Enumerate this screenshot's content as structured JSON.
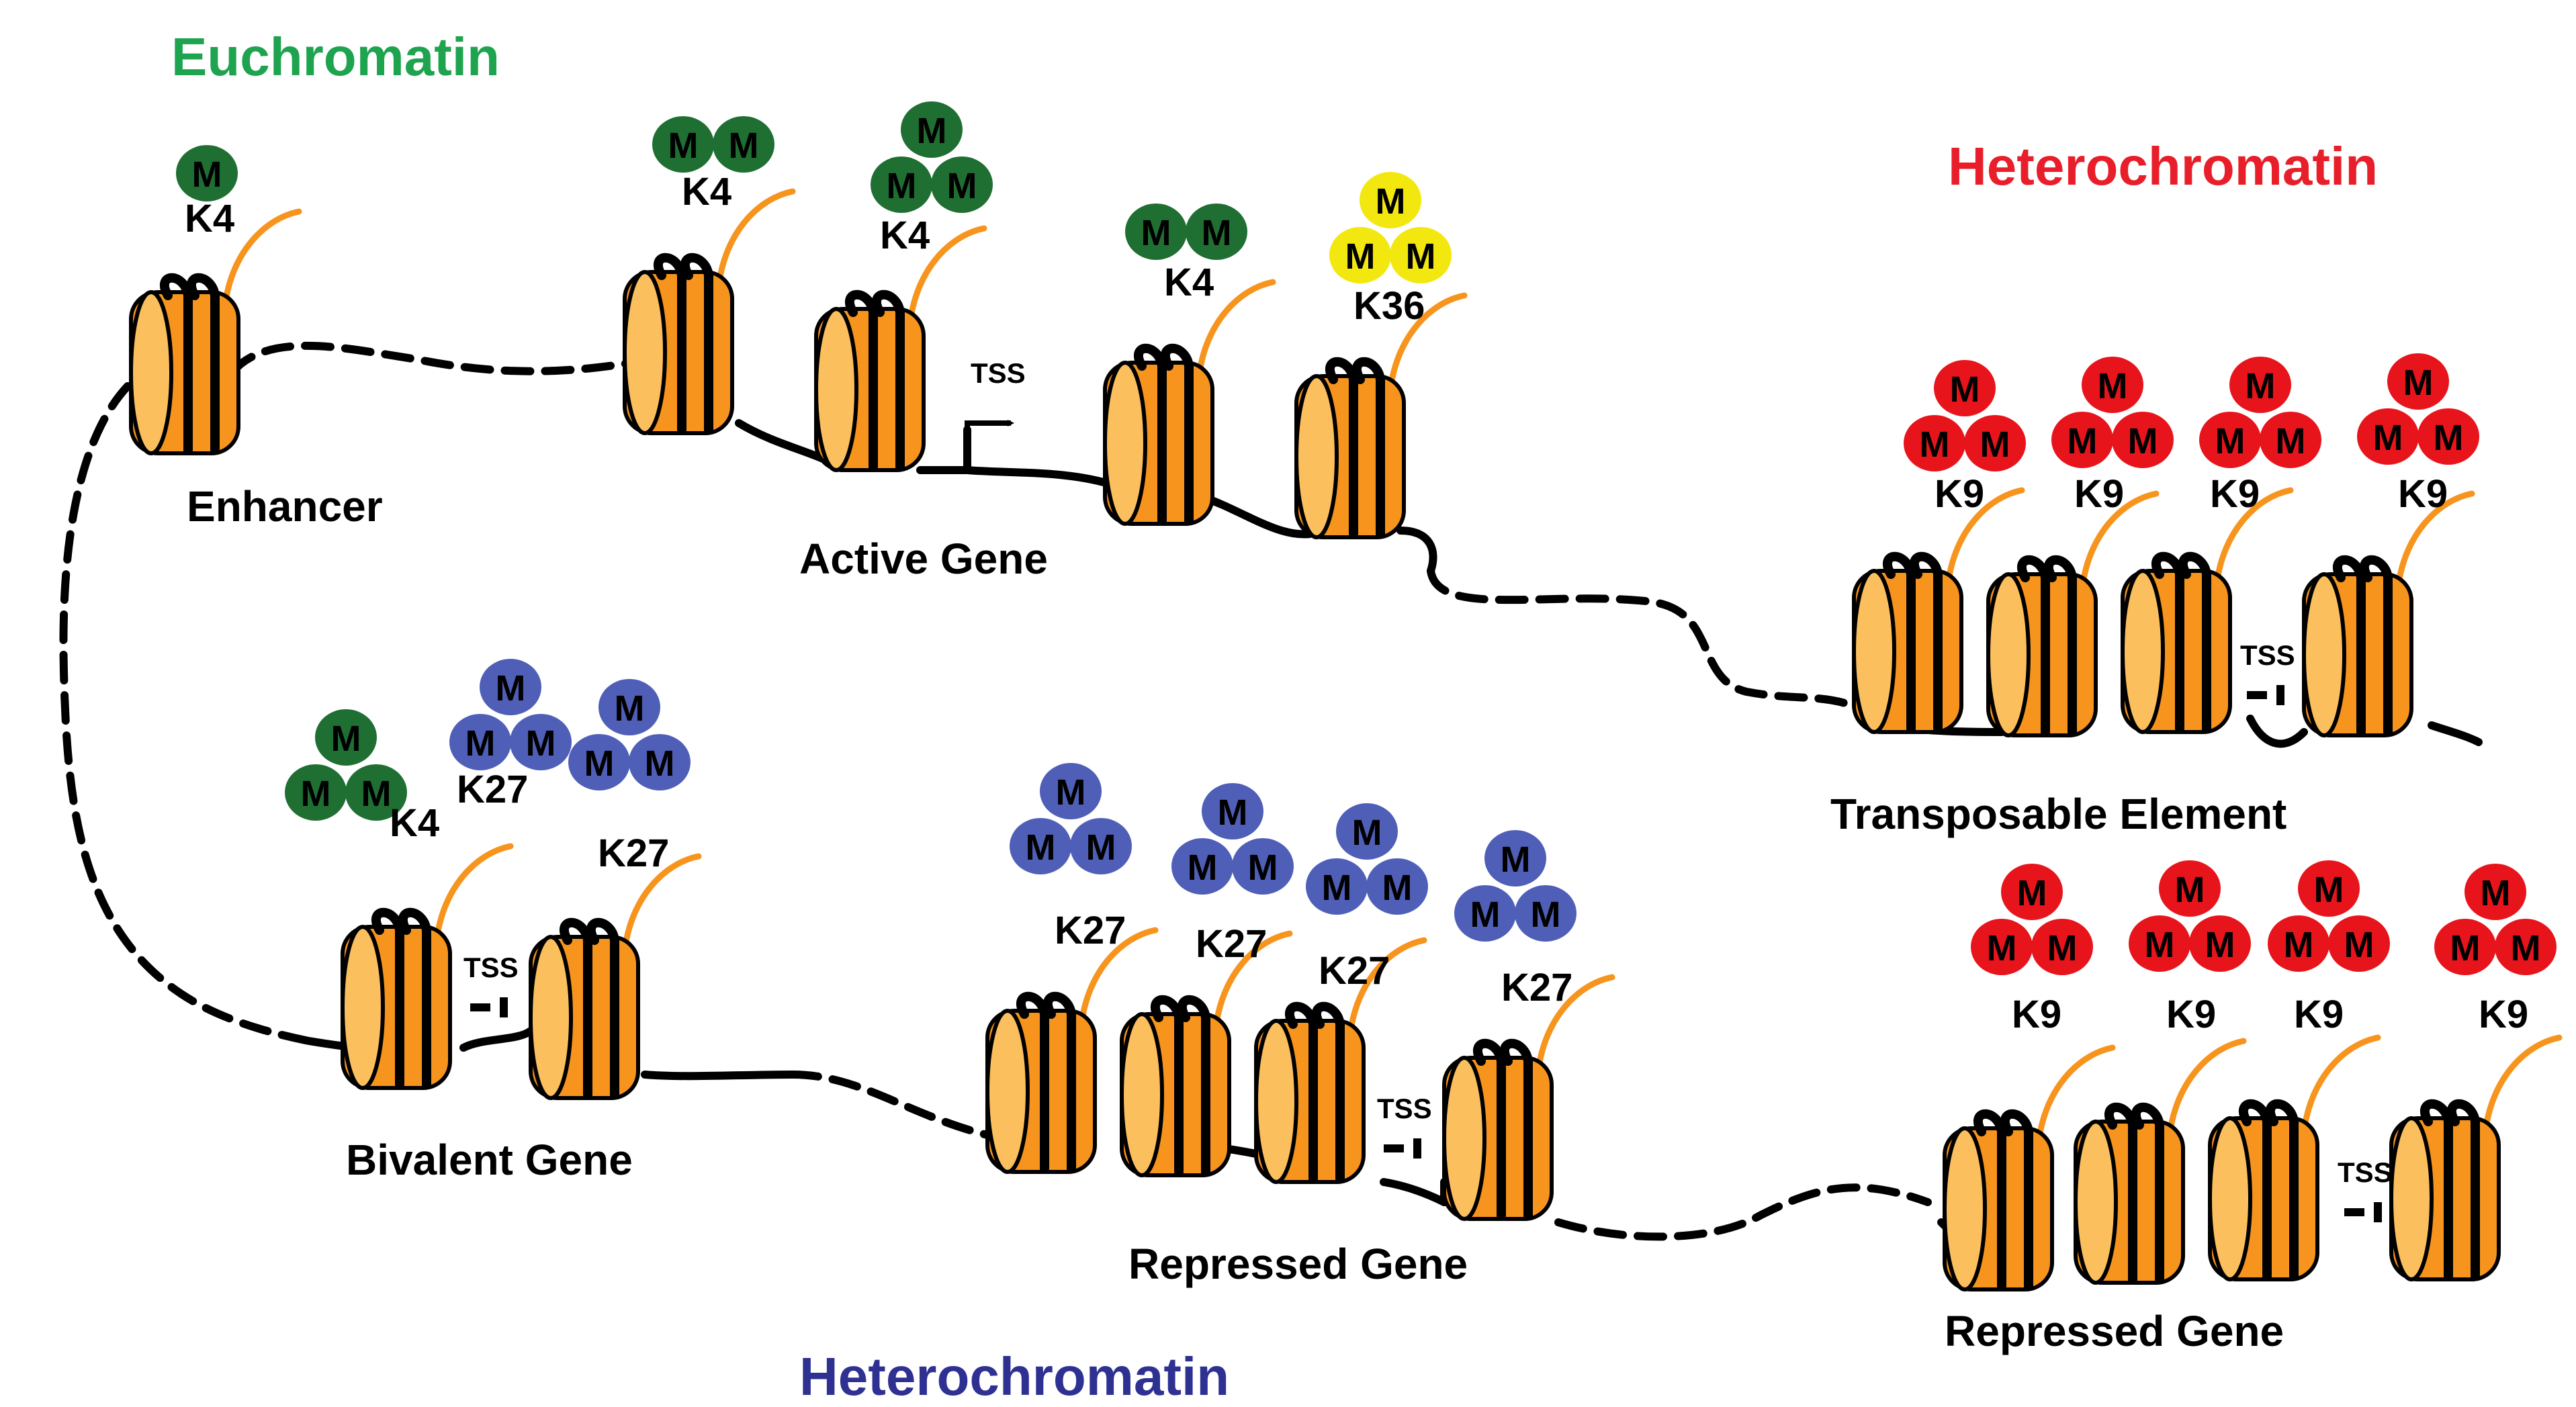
{
  "colors": {
    "euchromatin": "#1ea34f",
    "heterochromatin_red": "#e81f2a",
    "heterochromatin_blue": "#2e3192",
    "h3k4": "#1f6f33",
    "h3k36": "#f2e80f",
    "h3k27": "#4f5fb8",
    "h3k9": "#e8141c",
    "nucleosome_body": "#f7941d",
    "nucleosome_face": "#fbbf5e",
    "histone_tail": "#f7941d",
    "dna": "#000000"
  },
  "region_labels": {
    "euchromatin": "Euchromatin",
    "heterochromatin_top": "Heterochromatin",
    "heterochromatin_bottom": "Heterochromatin"
  },
  "groups": {
    "enhancer": "Enhancer",
    "active_gene": "Active Gene",
    "transposable_element": "Transposable Element",
    "bivalent_gene": "Bivalent Gene",
    "repressed_gene_middle": "Repressed Gene",
    "repressed_gene_right": "Repressed Gene"
  },
  "methyl_symbol": "M",
  "tss_label": "TSS",
  "nucleosomes": [
    {
      "group": "enhancer",
      "mark": "K4",
      "methyl_count": 1
    },
    {
      "group": "active_gene",
      "mark": "K4",
      "methyl_count": 2
    },
    {
      "group": "active_gene",
      "mark": "K4",
      "methyl_count": 3
    },
    {
      "group": "active_gene",
      "mark": "K4",
      "methyl_count": 2
    },
    {
      "group": "active_gene",
      "mark": "K36",
      "methyl_count": 3
    },
    {
      "group": "transposable_element",
      "mark": "K9",
      "methyl_count": 3
    },
    {
      "group": "transposable_element",
      "mark": "K9",
      "methyl_count": 3
    },
    {
      "group": "transposable_element",
      "mark": "K9",
      "methyl_count": 3
    },
    {
      "group": "transposable_element",
      "mark": "K9",
      "methyl_count": 3
    },
    {
      "group": "bivalent_gene",
      "marks": [
        "K4",
        "K27"
      ],
      "methyl_count": 3
    },
    {
      "group": "bivalent_gene",
      "mark": "K27",
      "methyl_count": 3
    },
    {
      "group": "repressed_gene_middle",
      "mark": "K27",
      "methyl_count": 3
    },
    {
      "group": "repressed_gene_middle",
      "mark": "K27",
      "methyl_count": 3
    },
    {
      "group": "repressed_gene_middle",
      "mark": "K27",
      "methyl_count": 3
    },
    {
      "group": "repressed_gene_middle",
      "mark": "K27",
      "methyl_count": 3
    },
    {
      "group": "repressed_gene_right",
      "mark": "K9",
      "methyl_count": 3
    },
    {
      "group": "repressed_gene_right",
      "mark": "K9",
      "methyl_count": 3
    },
    {
      "group": "repressed_gene_right",
      "mark": "K9",
      "methyl_count": 3
    },
    {
      "group": "repressed_gene_right",
      "mark": "K9",
      "methyl_count": 3
    }
  ],
  "tss_sites": [
    {
      "group": "active_gene",
      "state": "active"
    },
    {
      "group": "transposable_element",
      "state": "silenced"
    },
    {
      "group": "bivalent_gene",
      "state": "silenced"
    },
    {
      "group": "repressed_gene_middle",
      "state": "silenced"
    },
    {
      "group": "repressed_gene_right",
      "state": "silenced"
    }
  ]
}
